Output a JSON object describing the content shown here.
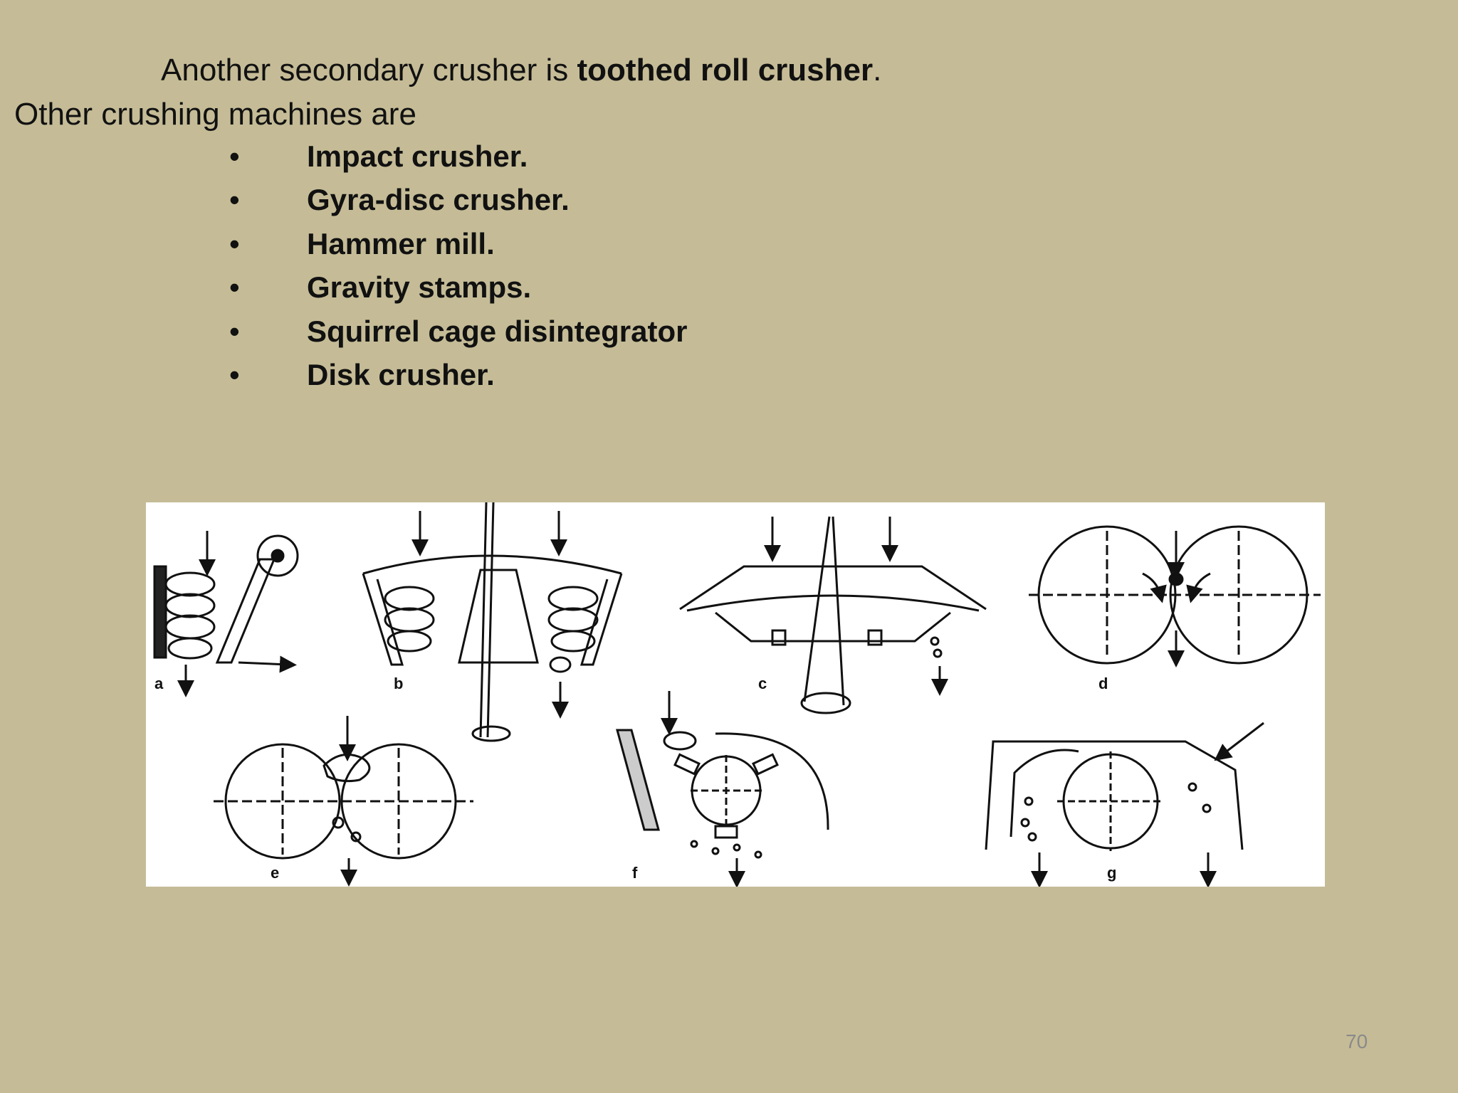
{
  "intro": {
    "prefix": "Another  secondary crusher is ",
    "emphasis": "toothed roll crusher",
    "suffix": "."
  },
  "subheading": "Other crushing machines are",
  "bullet_symbol": "•",
  "machines": [
    "Impact crusher.",
    "Gyra-disc crusher.",
    "Hammer mill.",
    "Gravity stamps.",
    "Squirrel cage disintegrator",
    "Disk crusher."
  ],
  "figure": {
    "panel_labels": [
      "a",
      "b",
      "c",
      "d",
      "e",
      "f",
      "g"
    ]
  },
  "page_number": "70"
}
